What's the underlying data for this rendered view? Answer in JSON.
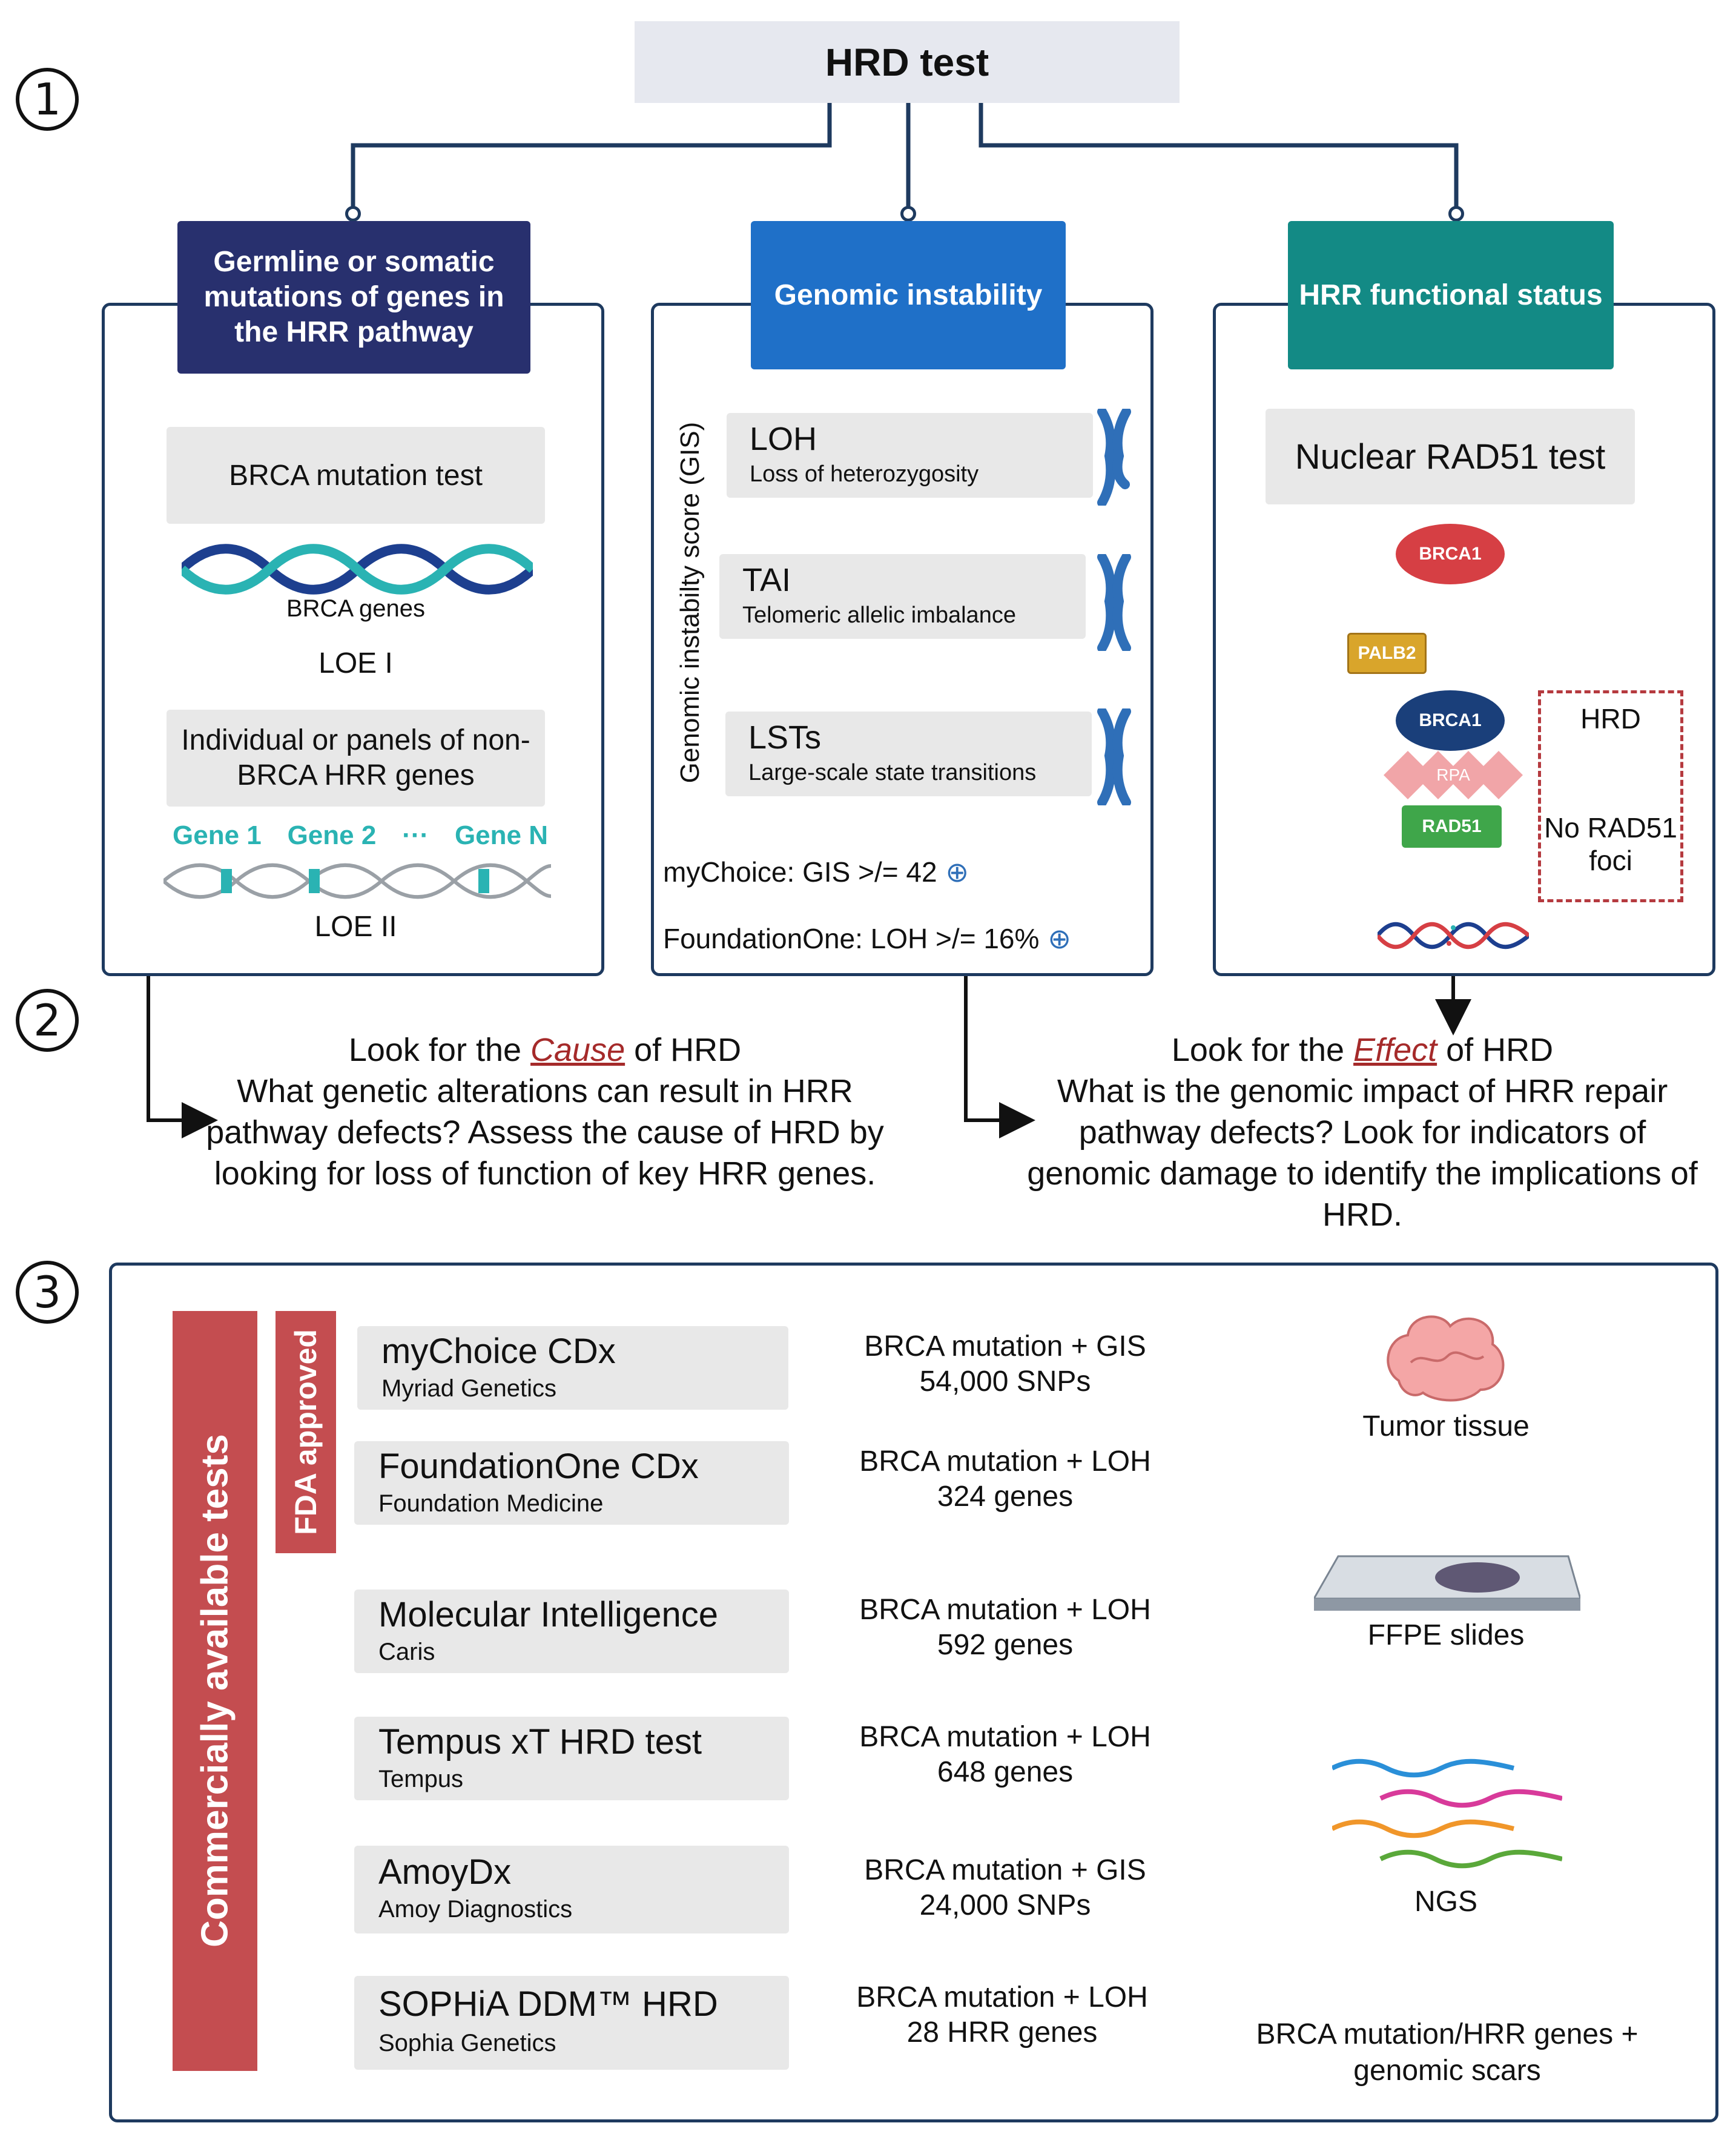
{
  "title": "HRD test",
  "steps": [
    "1",
    "2",
    "3"
  ],
  "colors": {
    "navy": "#28306e",
    "blue": "#1f70c8",
    "teal": "#138a85",
    "red_section": "#c44d50",
    "connector": "#1e3a5f"
  },
  "columns": {
    "left": {
      "header": "Germline or somatic mutations of genes in the HRR pathway",
      "brca_box": "BRCA mutation test",
      "brca_genes": "BRCA genes",
      "loe1": "LOE I",
      "panel_box": "Individual or panels of non-BRCA HRR genes",
      "genes": [
        "Gene 1",
        "Gene 2",
        "···",
        "Gene N"
      ],
      "loe2": "LOE II"
    },
    "middle": {
      "header": "Genomic instability",
      "gis_label": "Genomic instabilty score (GIS)",
      "items": [
        {
          "title": "LOH",
          "sub": "Loss of heterozygosity"
        },
        {
          "title": "TAI",
          "sub": "Telomeric allelic imbalance"
        },
        {
          "title": "LSTs",
          "sub": "Large-scale state transitions"
        }
      ],
      "mychoice": "myChoice: GIS >/= 42",
      "foundation": "FoundationOne: LOH >/= 16%"
    },
    "right": {
      "header": "HRR functional status",
      "rad51_box": "Nuclear RAD51 test",
      "brca1": "BRCA1",
      "palb2": "PALB2",
      "rpa": "RPA",
      "rad51": "RAD51",
      "hrd": "HRD",
      "no_foci": "No RAD51 foci"
    }
  },
  "cause": {
    "prefix": "Look for the",
    "word": "Cause",
    "suffix": "of HRD",
    "body": "What genetic alterations can result in HRR pathway defects? Assess the cause of HRD by looking for loss of function of key HRR genes."
  },
  "effect": {
    "prefix": "Look for the",
    "word": "Effect",
    "suffix": "of HRD",
    "body": "What is the genomic impact of HRR repair pathway defects? Look for indicators of genomic damage to identify the implications of HRD."
  },
  "section3": {
    "vertical_label": "Commercially available tests",
    "fda_label": "FDA approved",
    "tests": [
      {
        "name": "myChoice CDx",
        "company": "Myriad Genetics",
        "method1": "BRCA mutation + GIS",
        "method2": "54,000 SNPs"
      },
      {
        "name": "FoundationOne CDx",
        "company": "Foundation Medicine",
        "method1": "BRCA mutation + LOH",
        "method2": "324 genes"
      },
      {
        "name": "Molecular Intelligence",
        "company": "Caris",
        "method1": "BRCA mutation + LOH",
        "method2": "592 genes"
      },
      {
        "name": "Tempus xT HRD test",
        "company": "Tempus",
        "method1": "BRCA mutation + LOH",
        "method2": "648 genes"
      },
      {
        "name": "AmoyDx",
        "company": "Amoy Diagnostics",
        "method1": "BRCA mutation + GIS",
        "method2": "24,000 SNPs"
      },
      {
        "name": "SOPHiA DDM™ HRD",
        "company": "Sophia Genetics",
        "method1": "BRCA mutation + LOH",
        "method2": "28 HRR genes"
      }
    ],
    "workflow": [
      "Tumor tissue",
      "FFPE slides",
      "NGS",
      "BRCA mutation/HRR genes + genomic scars"
    ]
  }
}
